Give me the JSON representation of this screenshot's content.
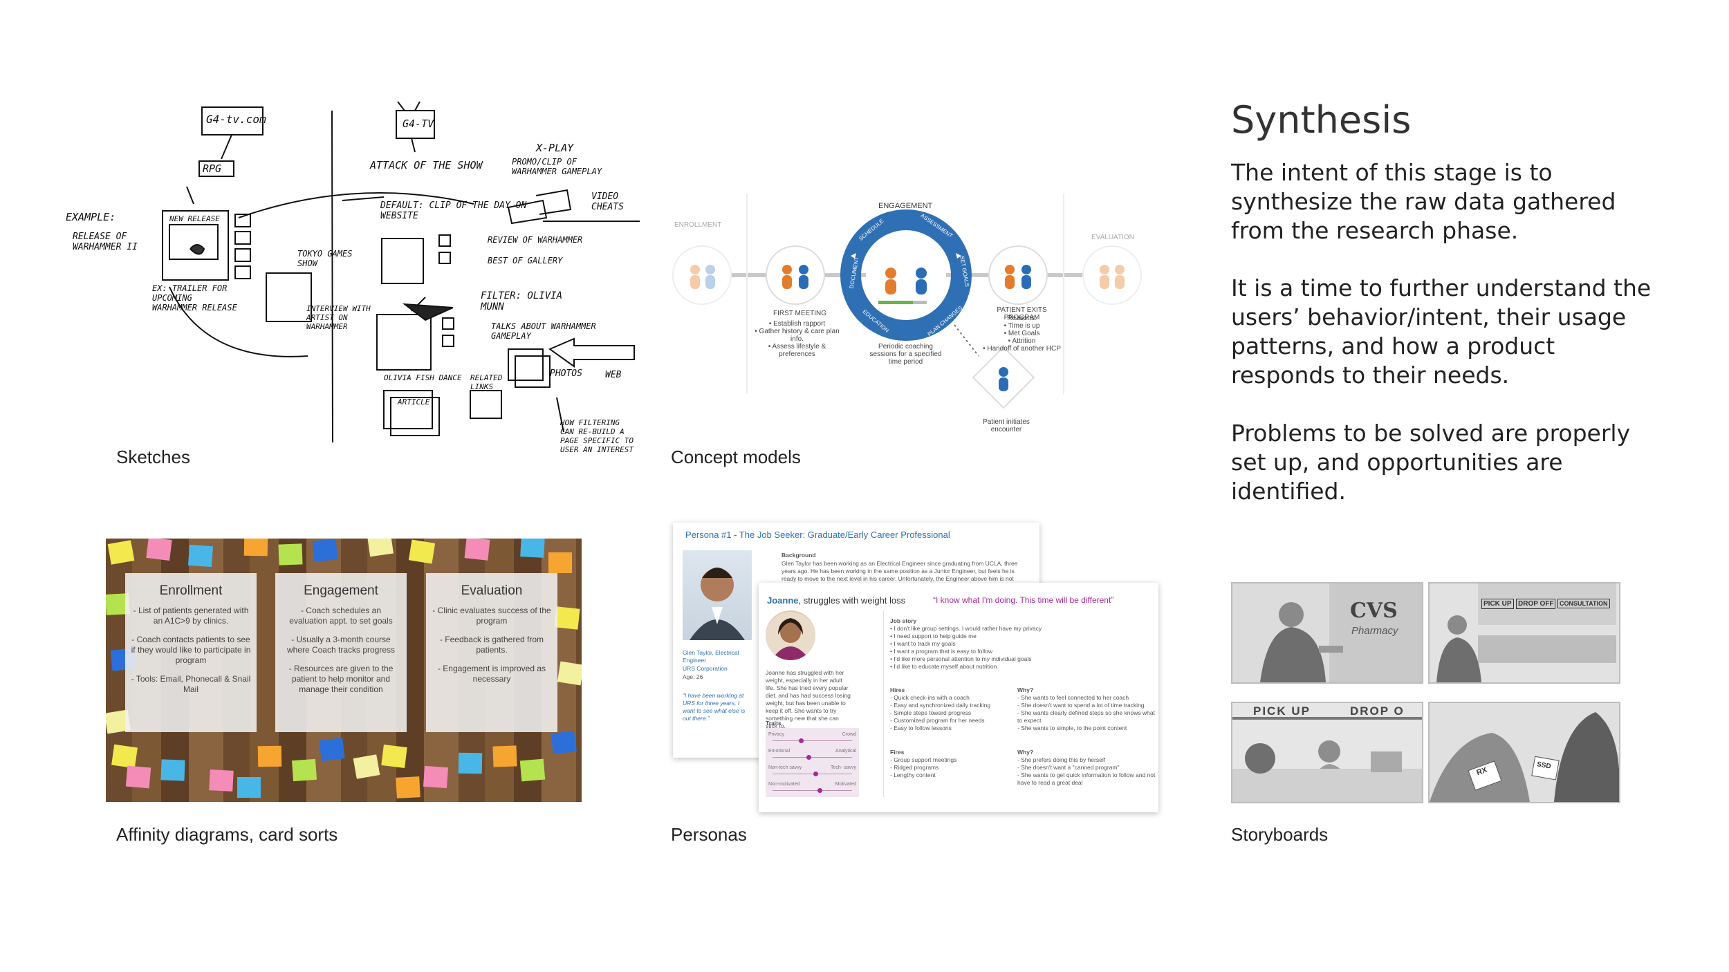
{
  "synthesis": {
    "title": "Synthesis",
    "p1": "The intent of this stage is to synthesize the raw data gathered from the research phase.",
    "p2": "It is a time to further understand the users’ behavior/intent, their usage patterns, and how a product responds to their needs.",
    "p3": "Problems to be solved are properly set up, and opportunities are identified."
  },
  "captions": {
    "sketches": "Sketches",
    "concept_models": "Concept models",
    "affinity": "Affinity diagrams, card sorts",
    "personas": "Personas",
    "storyboards": "Storyboards"
  },
  "sketch": {
    "g4tv_com": "G4-tv.com",
    "rpg": "RPG",
    "g4tv": "G4-TV",
    "attack": "ATTACK OF THE SHOW",
    "xplay": "X-PLAY",
    "xplay_sub": "PROMO/CLIP OF WARHAMMER GAMEPLAY",
    "video_cheats": "VIDEO CHEATS",
    "example": "EXAMPLE:",
    "release": "RELEASE OF WARHAMMER II",
    "new_release": "NEW RELEASE",
    "trailer": "EX: TRAILER FOR UPCOMING WARHAMMER RELEASE",
    "default": "DEFAULT: CLIP OF THE DAY ON WEBSITE",
    "review": "REVIEW OF WARHAMMER",
    "gallery": "BEST OF GALLERY",
    "tokyo": "TOKYO GAMES SHOW",
    "interview": "INTERVIEW WITH ARTIST ON WARHAMMER",
    "filter": "FILTER: OLIVIA MUNN",
    "talks": "TALKS ABOUT WARHAMMER GAMEPLAY",
    "olivia": "OLIVIA FISH DANCE",
    "article": "ARTICLE",
    "photos": "PHOTOS",
    "related": "RELATED LINKS",
    "web": "WEB",
    "how": "HOW FILTERING CAN RE-BUILD A PAGE SPECIFIC TO USER AN INTEREST"
  },
  "concept": {
    "enrollment": "ENROLLMENT",
    "engagement": "ENGAGEMENT",
    "evaluation": "EVALUATION",
    "first_meeting": "FIRST MEETING",
    "first_meeting_items": [
      "• Establish rapport",
      "• Gather history & care plan info.",
      "• Assess lifestyle & preferences"
    ],
    "cycle_labels": [
      "SCHEDULE",
      "ASSESSMENT",
      "SET GOALS",
      "PLAN CHANGES",
      "EDUCATION",
      "DOCUMENT"
    ],
    "periodic": "Periodic coaching sessions for a specified time period",
    "exits": "PATIENT EXITS PROGRAM",
    "exits_reasons": [
      "Reasons:",
      "• Time is up",
      "• Met Goals",
      "• Attrition",
      "• Handoff of another HCP"
    ],
    "initiates": "Patient initiates encounter"
  },
  "affinity": {
    "cards": [
      {
        "title": "Enrollment",
        "items": [
          "- List of patients generated with an A1C>9 by clinics.",
          "- Coach contacts patients to see if they would like to participate in program",
          "- Tools: Email, Phonecall & Snail Mail"
        ]
      },
      {
        "title": "Engagement",
        "items": [
          "- Coach schedules an evaluation appt. to set goals",
          "- Usually a 3-month course where Coach tracks progress",
          "- Resources are given to the patient to help monitor and manage their condition"
        ]
      },
      {
        "title": "Evaluation",
        "items": [
          "- Clinic evaluates success of the program",
          "- Feedback is gathered from patients.",
          "- Engagement is improved as necessary"
        ]
      }
    ],
    "colors": [
      "#f2e94e",
      "#f58bb7",
      "#49b6e8",
      "#f7a531",
      "#b5e34f",
      "#2d6fd8",
      "#f3f0a0"
    ]
  },
  "persona1": {
    "title": "Persona #1 - The Job Seeker: Graduate/Early Career Professional",
    "background_label": "Background",
    "background_text": "Glen Taylor has been working as an Electrical Engineer since graduating from UCLA, three years ago. He has been working in the same position as a Junior Engineer, but feels he is ready to move to the next level in his career. Unfortunately, the Engineer above him is not",
    "name_line": "Glen Taylor, Electrical Engineer",
    "company": "URS Corporation",
    "age": "Age: 26",
    "quote": "“I have been working at URS for three years, I want to see what else is out there.”"
  },
  "persona2": {
    "name": "Joanne",
    "subtitle": ", struggles with weight loss",
    "quote": "“I know what I'm doing. This time will be different”",
    "bio": "Joanne has struggled with her weight, especially in her adult life. She has tried every popular diet, and has had success losing weight, but has been unable to keep it off. She wants to try something new that she can stick to.",
    "traits_label": "Traits",
    "traits": [
      {
        "left": "Privacy",
        "right": "Crowd",
        "value": 0.35
      },
      {
        "left": "Emotional",
        "right": "Analytical",
        "value": 0.45
      },
      {
        "left": "Non-tech savvy",
        "right": "Tech- savvy",
        "value": 0.55
      },
      {
        "left": "Non-motivated",
        "right": "Motivated",
        "value": 0.6
      }
    ],
    "job_story_label": "Job story",
    "job_story": [
      "• I don't like group settings. I would rather have my privacy",
      "• I need support to help guide me",
      "• I want to track my goals",
      "• I want a program that is easy to follow",
      "• I'd like more personal attention to my individual goals",
      "• I'd like to educate myself about nutrition"
    ],
    "hires_label": "Hires",
    "hires": [
      "- Quick check-ins with a coach",
      "- Easy and synchronized daily tracking",
      "- Simple steps toward progress",
      "- Customized program for her needs",
      "- Easy to follow lessons"
    ],
    "why1_label": "Why?",
    "why1": [
      "- She wants to feel connected to her coach",
      "- She doesn't want to spend a lot of time tracking",
      "- She wants clearly defined steps so she knows what to expect",
      "- She wants to simple, to the point content"
    ],
    "fires_label": "Fires",
    "fires": [
      "- Group support meetings",
      "- Ridged programs",
      "- Lengthy content"
    ],
    "why2_label": "Why?",
    "why2": [
      "- She prefers doing this by herself",
      "- She doesn't want a \"canned program\"",
      "- She wants to get quick information to follow and not have to read a great deal"
    ]
  },
  "storyboard": {
    "cvs": "CVS",
    "pharmacy": "Pharmacy",
    "pickup": "PICK UP",
    "dropoff": "DROP OFF",
    "consultation": "CONSULTATION",
    "drop": "DROP O",
    "rx": "RX",
    "ssd": "SSD"
  }
}
